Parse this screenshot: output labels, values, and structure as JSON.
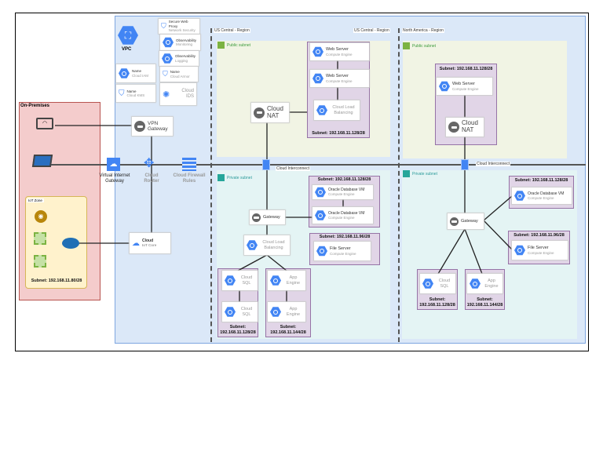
{
  "vpc": {
    "label": "VPC"
  },
  "services": {
    "swp": {
      "title": "Secure Web Proxy",
      "sub": "Network Security"
    },
    "mon": {
      "title": "Observability",
      "sub": "Monitoring"
    },
    "log": {
      "title": "Observability",
      "sub": "Logging"
    },
    "armor": {
      "title": "Name",
      "sub": "Cloud Armor"
    },
    "ids": {
      "title": "Cloud",
      "sub": "IDS"
    },
    "iam": {
      "title": "Name",
      "sub": "Cloud IAM"
    },
    "kms": {
      "title": "Name",
      "sub": "Cloud KMS"
    }
  },
  "regions": [
    "US Central - Region",
    "US Central - Region",
    "North America - Region"
  ],
  "subnets": {
    "public": "Public subnet",
    "private": "Private subnet"
  },
  "onprem": {
    "title": "On-Premises",
    "iot_zone": "IoT Zone",
    "iot_subnet": "Subnet: 192.168.11.80/28"
  },
  "network": {
    "vpn": "VPN Gateway",
    "vig": "Virtual Internet Gateway",
    "router": "Cloud Router",
    "firewall": "Cloud Firewall Rules",
    "iot_core": {
      "title": "Cloud",
      "sub": "IoT Core"
    },
    "interconnect": "Cloud Interconnect"
  },
  "nodes": {
    "web": {
      "title": "Web Server",
      "sub": "Compute Engine"
    },
    "nat": "Cloud NAT",
    "lb": "Cloud Load Balancing",
    "oracle": {
      "title": "Oracle Database VM",
      "sub": "Compute Engine"
    },
    "file": {
      "title": "File Server",
      "sub": "Compute Engine"
    },
    "gateway": "Gateway",
    "sql": "Cloud SQL",
    "app": "App Engine"
  },
  "subnet_labels": {
    "s128": "Subnet: 192.168.11.128/28",
    "s96": "Subnet: 192.168.11.96/28",
    "s144": "Subnet: 192.168.11.144/28",
    "s128_split": "Subnet: 192.168.11.128/28",
    "s144_split": "Subnet: 192.168.11.144/28"
  }
}
